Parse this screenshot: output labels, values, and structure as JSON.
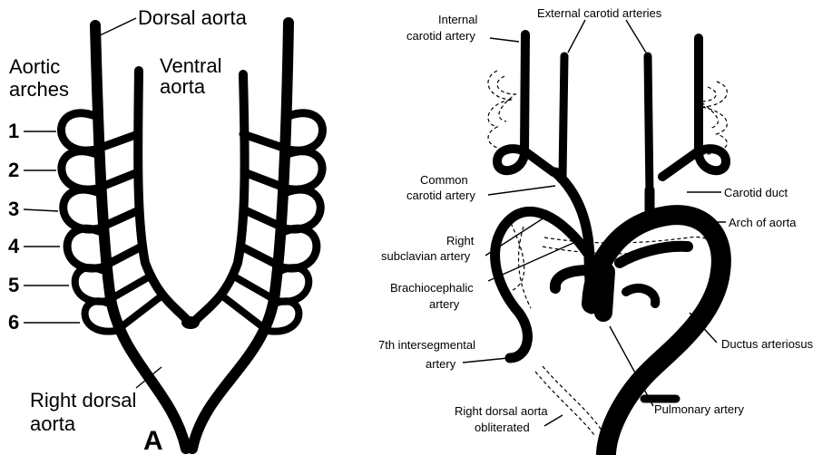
{
  "panel_a": {
    "letter": "A",
    "labels": {
      "dorsal_aorta": "Dorsal aorta",
      "aortic": "Aortic",
      "arches": "arches",
      "ventral": "Ventral",
      "aorta": "aorta",
      "right_dorsal": "Right dorsal",
      "right_dorsal_aorta": "aorta"
    },
    "arch_numbers": [
      "1",
      "2",
      "3",
      "4",
      "5",
      "6"
    ]
  },
  "panel_b": {
    "labels": {
      "internal_1": "Internal",
      "internal_2": "carotid artery",
      "external": "External carotid arteries",
      "common_1": "Common",
      "common_2": "carotid artery",
      "carotid_duct": "Carotid duct",
      "arch_of_aorta": "Arch of aorta",
      "right_subclavian_1": "Right",
      "right_subclavian_2": "subclavian artery",
      "brachio_1": "Brachiocephalic",
      "brachio_2": "artery",
      "intersegmental_1": "7th intersegmental",
      "intersegmental_2": "artery",
      "ductus": "Ductus arteriosus",
      "obliterated_1": "Right dorsal aorta",
      "obliterated_2": "obliterated",
      "pulmonary": "Pulmonary artery"
    }
  }
}
